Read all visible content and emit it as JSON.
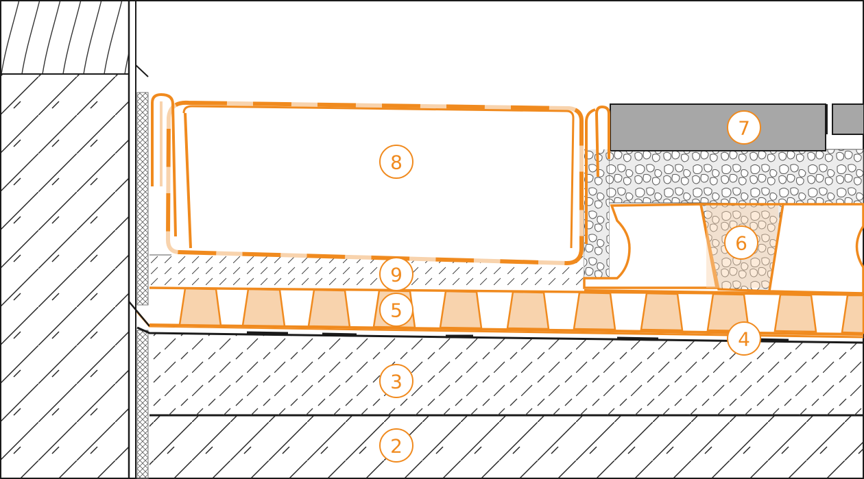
{
  "colors": {
    "accent": "#f08a1e",
    "accent_light": "#f8d3ad",
    "line": "#1a1a1a",
    "hatch": "#222222",
    "gravel_fill": "#d8d8d8",
    "tile": "#a7a7a7",
    "background": "#ffffff"
  },
  "callouts": {
    "c2": "2",
    "c3": "3",
    "c4": "4",
    "c5": "5",
    "c6": "6",
    "c7": "7",
    "c8": "8",
    "c9": "9"
  }
}
